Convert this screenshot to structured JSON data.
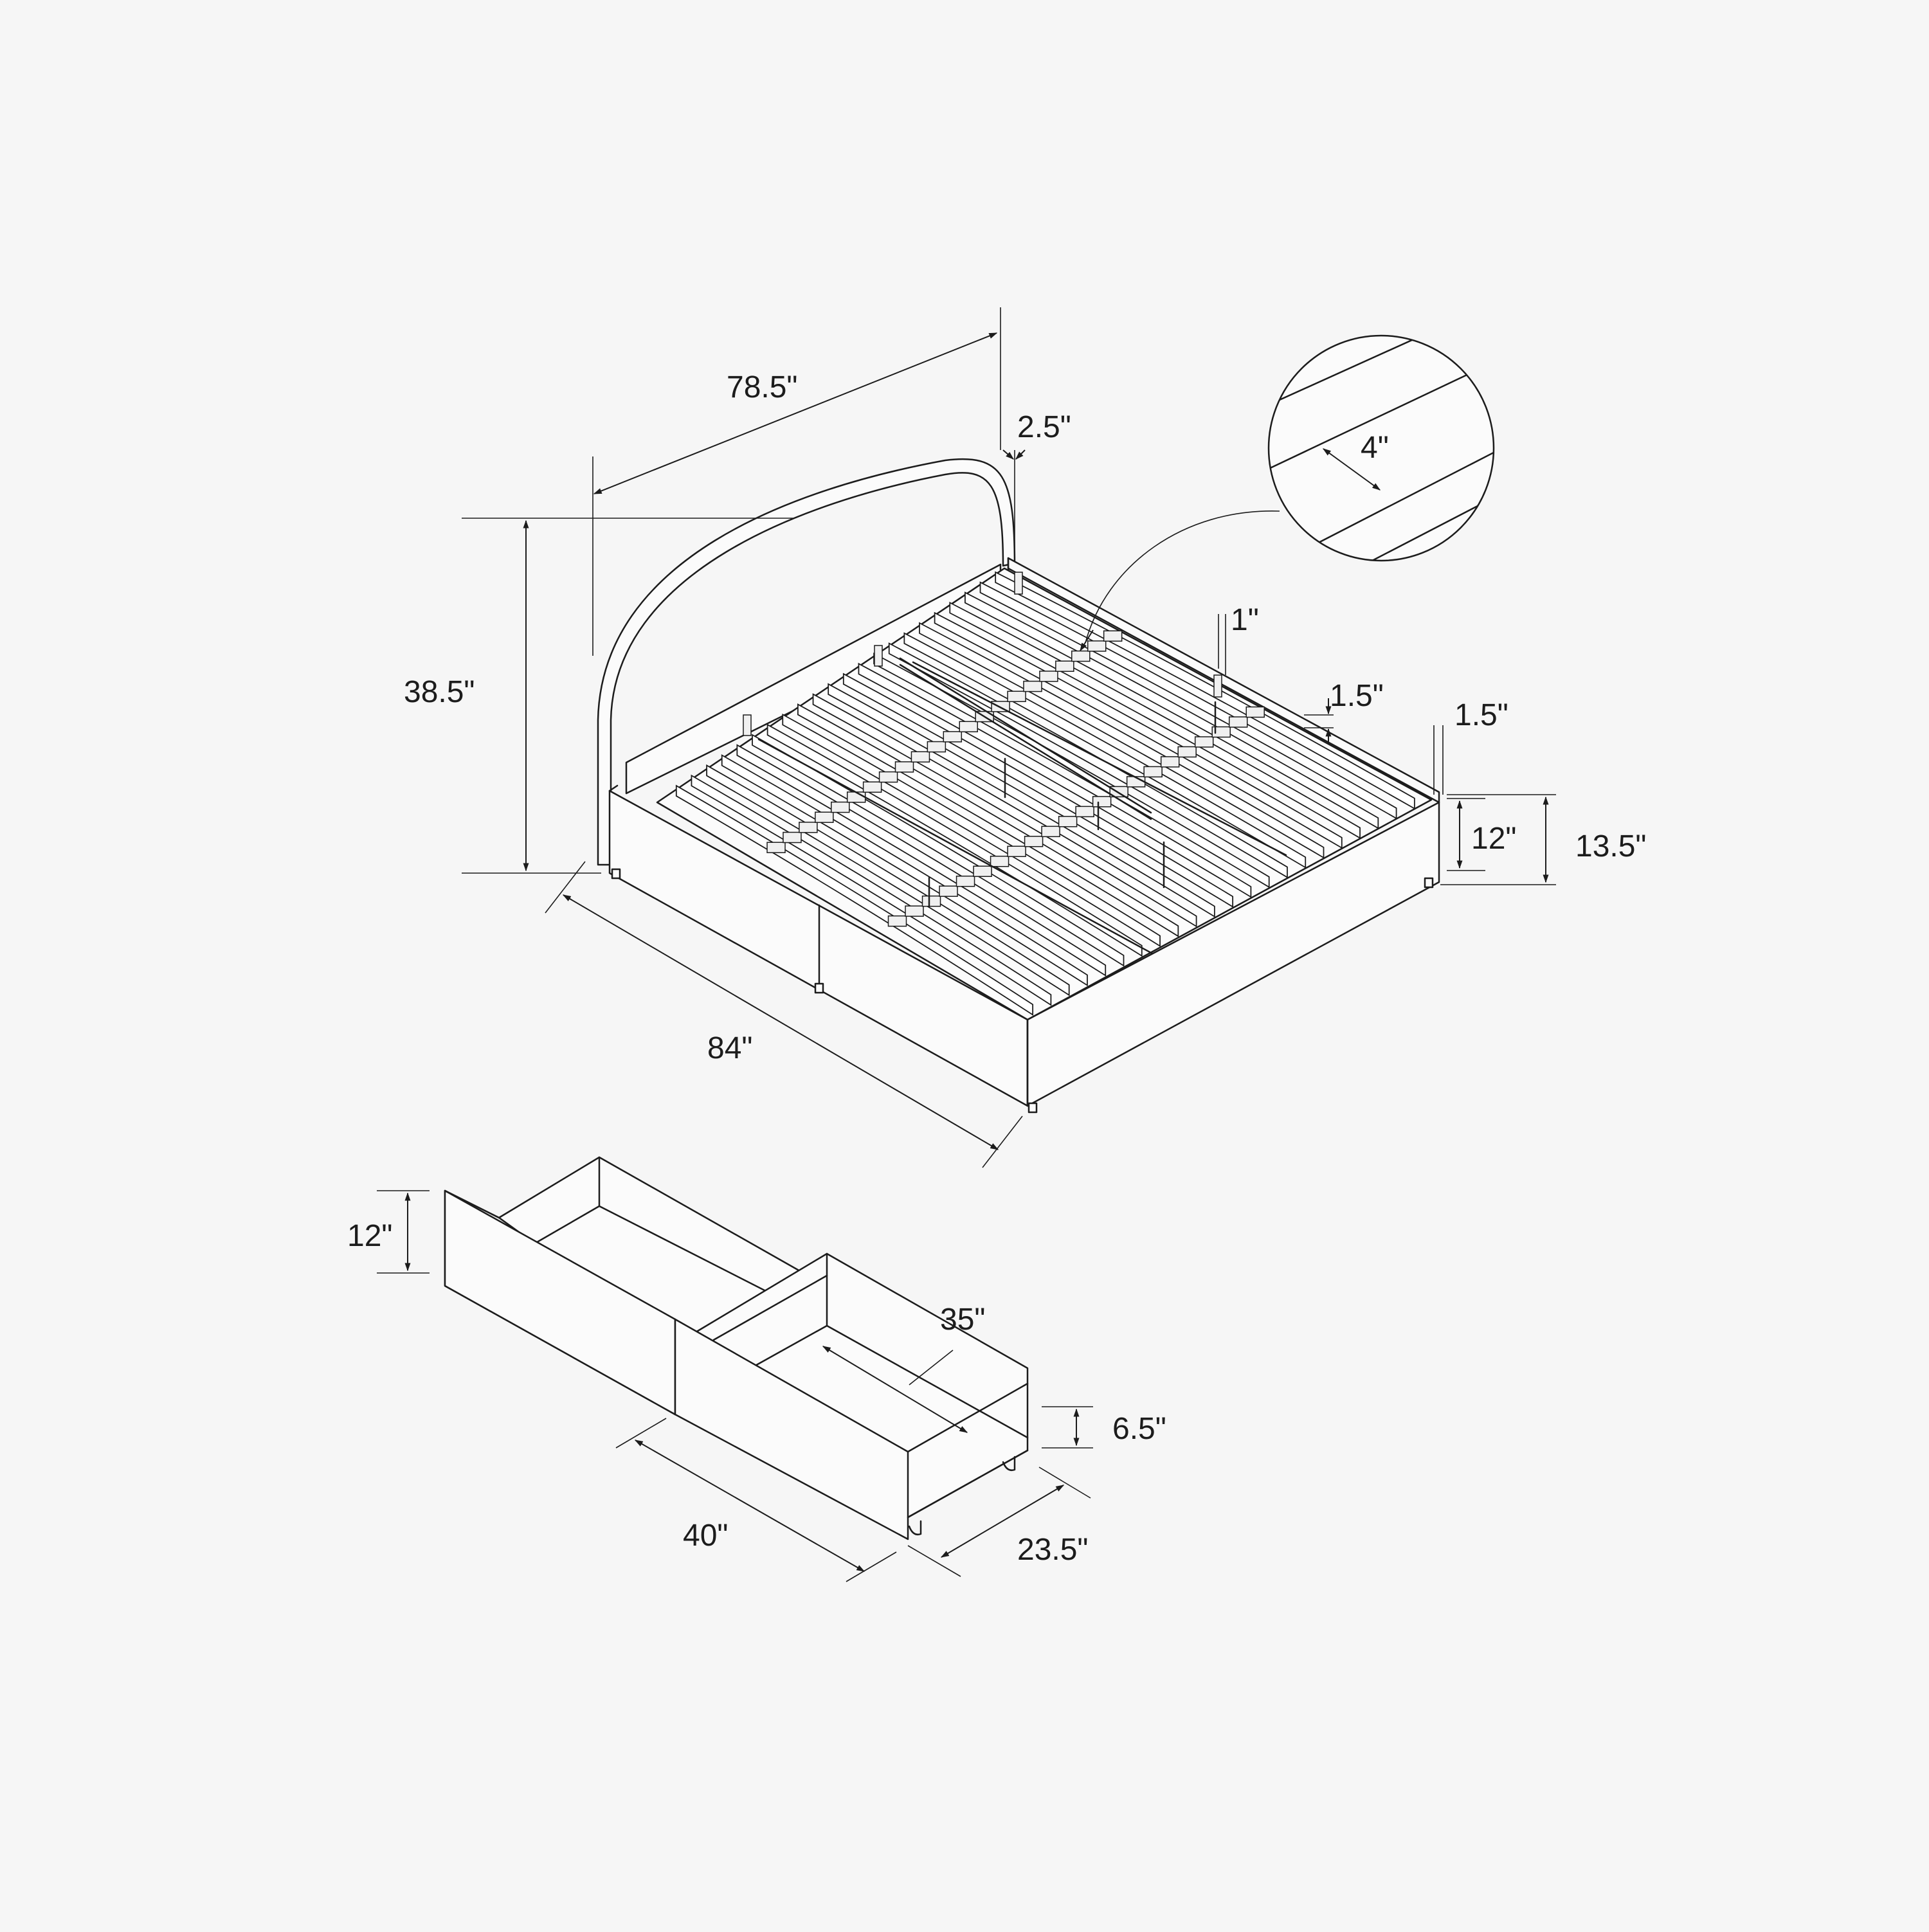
{
  "diagram": {
    "background": "#f6f6f6",
    "line_color": "#1c1c1c",
    "bed": {
      "headboard_width": "78.5\"",
      "headboard_thickness": "2.5\"",
      "headboard_height": "38.5\"",
      "slat_width_detail": "4\"",
      "slat_gap": "1\"",
      "slat_thickness": "1.5\"",
      "rail_thickness": "1.5\"",
      "rail_height": "12\"",
      "frame_height": "13.5\"",
      "length": "84\""
    },
    "drawers": {
      "front_height": "12\"",
      "interior_length": "35\"",
      "interior_height": "6.5\"",
      "width": "40\"",
      "depth": "23.5\""
    }
  }
}
